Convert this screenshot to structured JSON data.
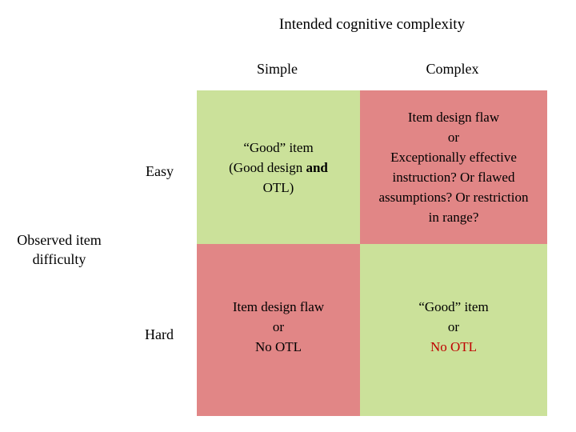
{
  "figure": {
    "title": "Intended cognitive complexity",
    "column_axis_label": "Intended cognitive complexity",
    "row_axis_label": "Observed item\ndifficulty",
    "columns": [
      {
        "key": "simple",
        "label": "Simple"
      },
      {
        "key": "complex",
        "label": "Complex"
      }
    ],
    "rows": [
      {
        "key": "easy",
        "label": "Easy"
      },
      {
        "key": "hard",
        "label": "Hard"
      }
    ],
    "colors": {
      "green": "#cbe19a",
      "red": "#e18686",
      "text": "#000000",
      "accent_red_text": "#c00000",
      "background": "#ffffff"
    }
  },
  "cells": {
    "easy_simple": {
      "fill": "green",
      "line1": "“Good” item",
      "line2_prefix": "(Good design ",
      "line2_bold": "and",
      "line3": "OTL)",
      "full_text": "“Good” item\n(Good design and\nOTL)"
    },
    "easy_complex": {
      "fill": "red",
      "full_text": "Item design flaw\nor\nExceptionally effective\ninstruction? Or flawed\nassumptions? Or restriction\nin range?"
    },
    "hard_simple": {
      "fill": "red",
      "full_text": "Item design flaw\nor\nNo OTL"
    },
    "hard_complex": {
      "fill": "green",
      "line1": "“Good” item",
      "line2": "or",
      "line3_red": "No OTL",
      "full_text": "“Good” item\nor\nNo OTL"
    }
  }
}
